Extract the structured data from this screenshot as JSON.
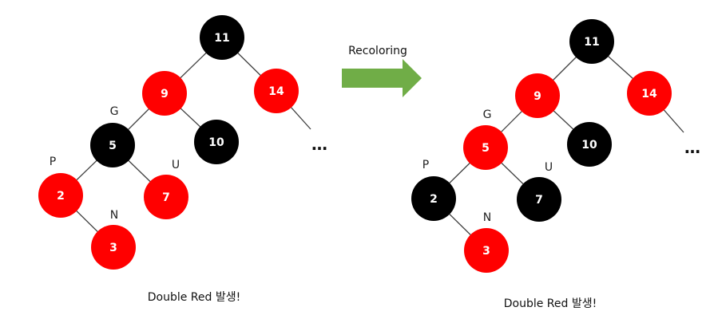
{
  "colors": {
    "black_node": "#000000",
    "red_node": "#ff0000",
    "arrow": "#70ad47",
    "edge": "#404040"
  },
  "arrow": {
    "label": "Recoloring"
  },
  "trees": [
    {
      "caption": "Double Red 발생!",
      "ellipsis": "…",
      "nodes": [
        {
          "key": "11",
          "color": "black"
        },
        {
          "key": "9",
          "color": "red"
        },
        {
          "key": "14",
          "color": "red"
        },
        {
          "key": "5",
          "color": "black",
          "tag": "G"
        },
        {
          "key": "10",
          "color": "black"
        },
        {
          "key": "2",
          "color": "red",
          "tag": "P"
        },
        {
          "key": "7",
          "color": "red",
          "tag": "U"
        },
        {
          "key": "3",
          "color": "red",
          "tag": "N"
        }
      ]
    },
    {
      "caption": "Double Red 발생!",
      "ellipsis": "…",
      "nodes": [
        {
          "key": "11",
          "color": "black"
        },
        {
          "key": "9",
          "color": "red"
        },
        {
          "key": "14",
          "color": "red"
        },
        {
          "key": "5",
          "color": "red",
          "tag": "G"
        },
        {
          "key": "10",
          "color": "black"
        },
        {
          "key": "2",
          "color": "black",
          "tag": "P"
        },
        {
          "key": "7",
          "color": "black",
          "tag": "U"
        },
        {
          "key": "3",
          "color": "red",
          "tag": "N"
        }
      ]
    }
  ]
}
